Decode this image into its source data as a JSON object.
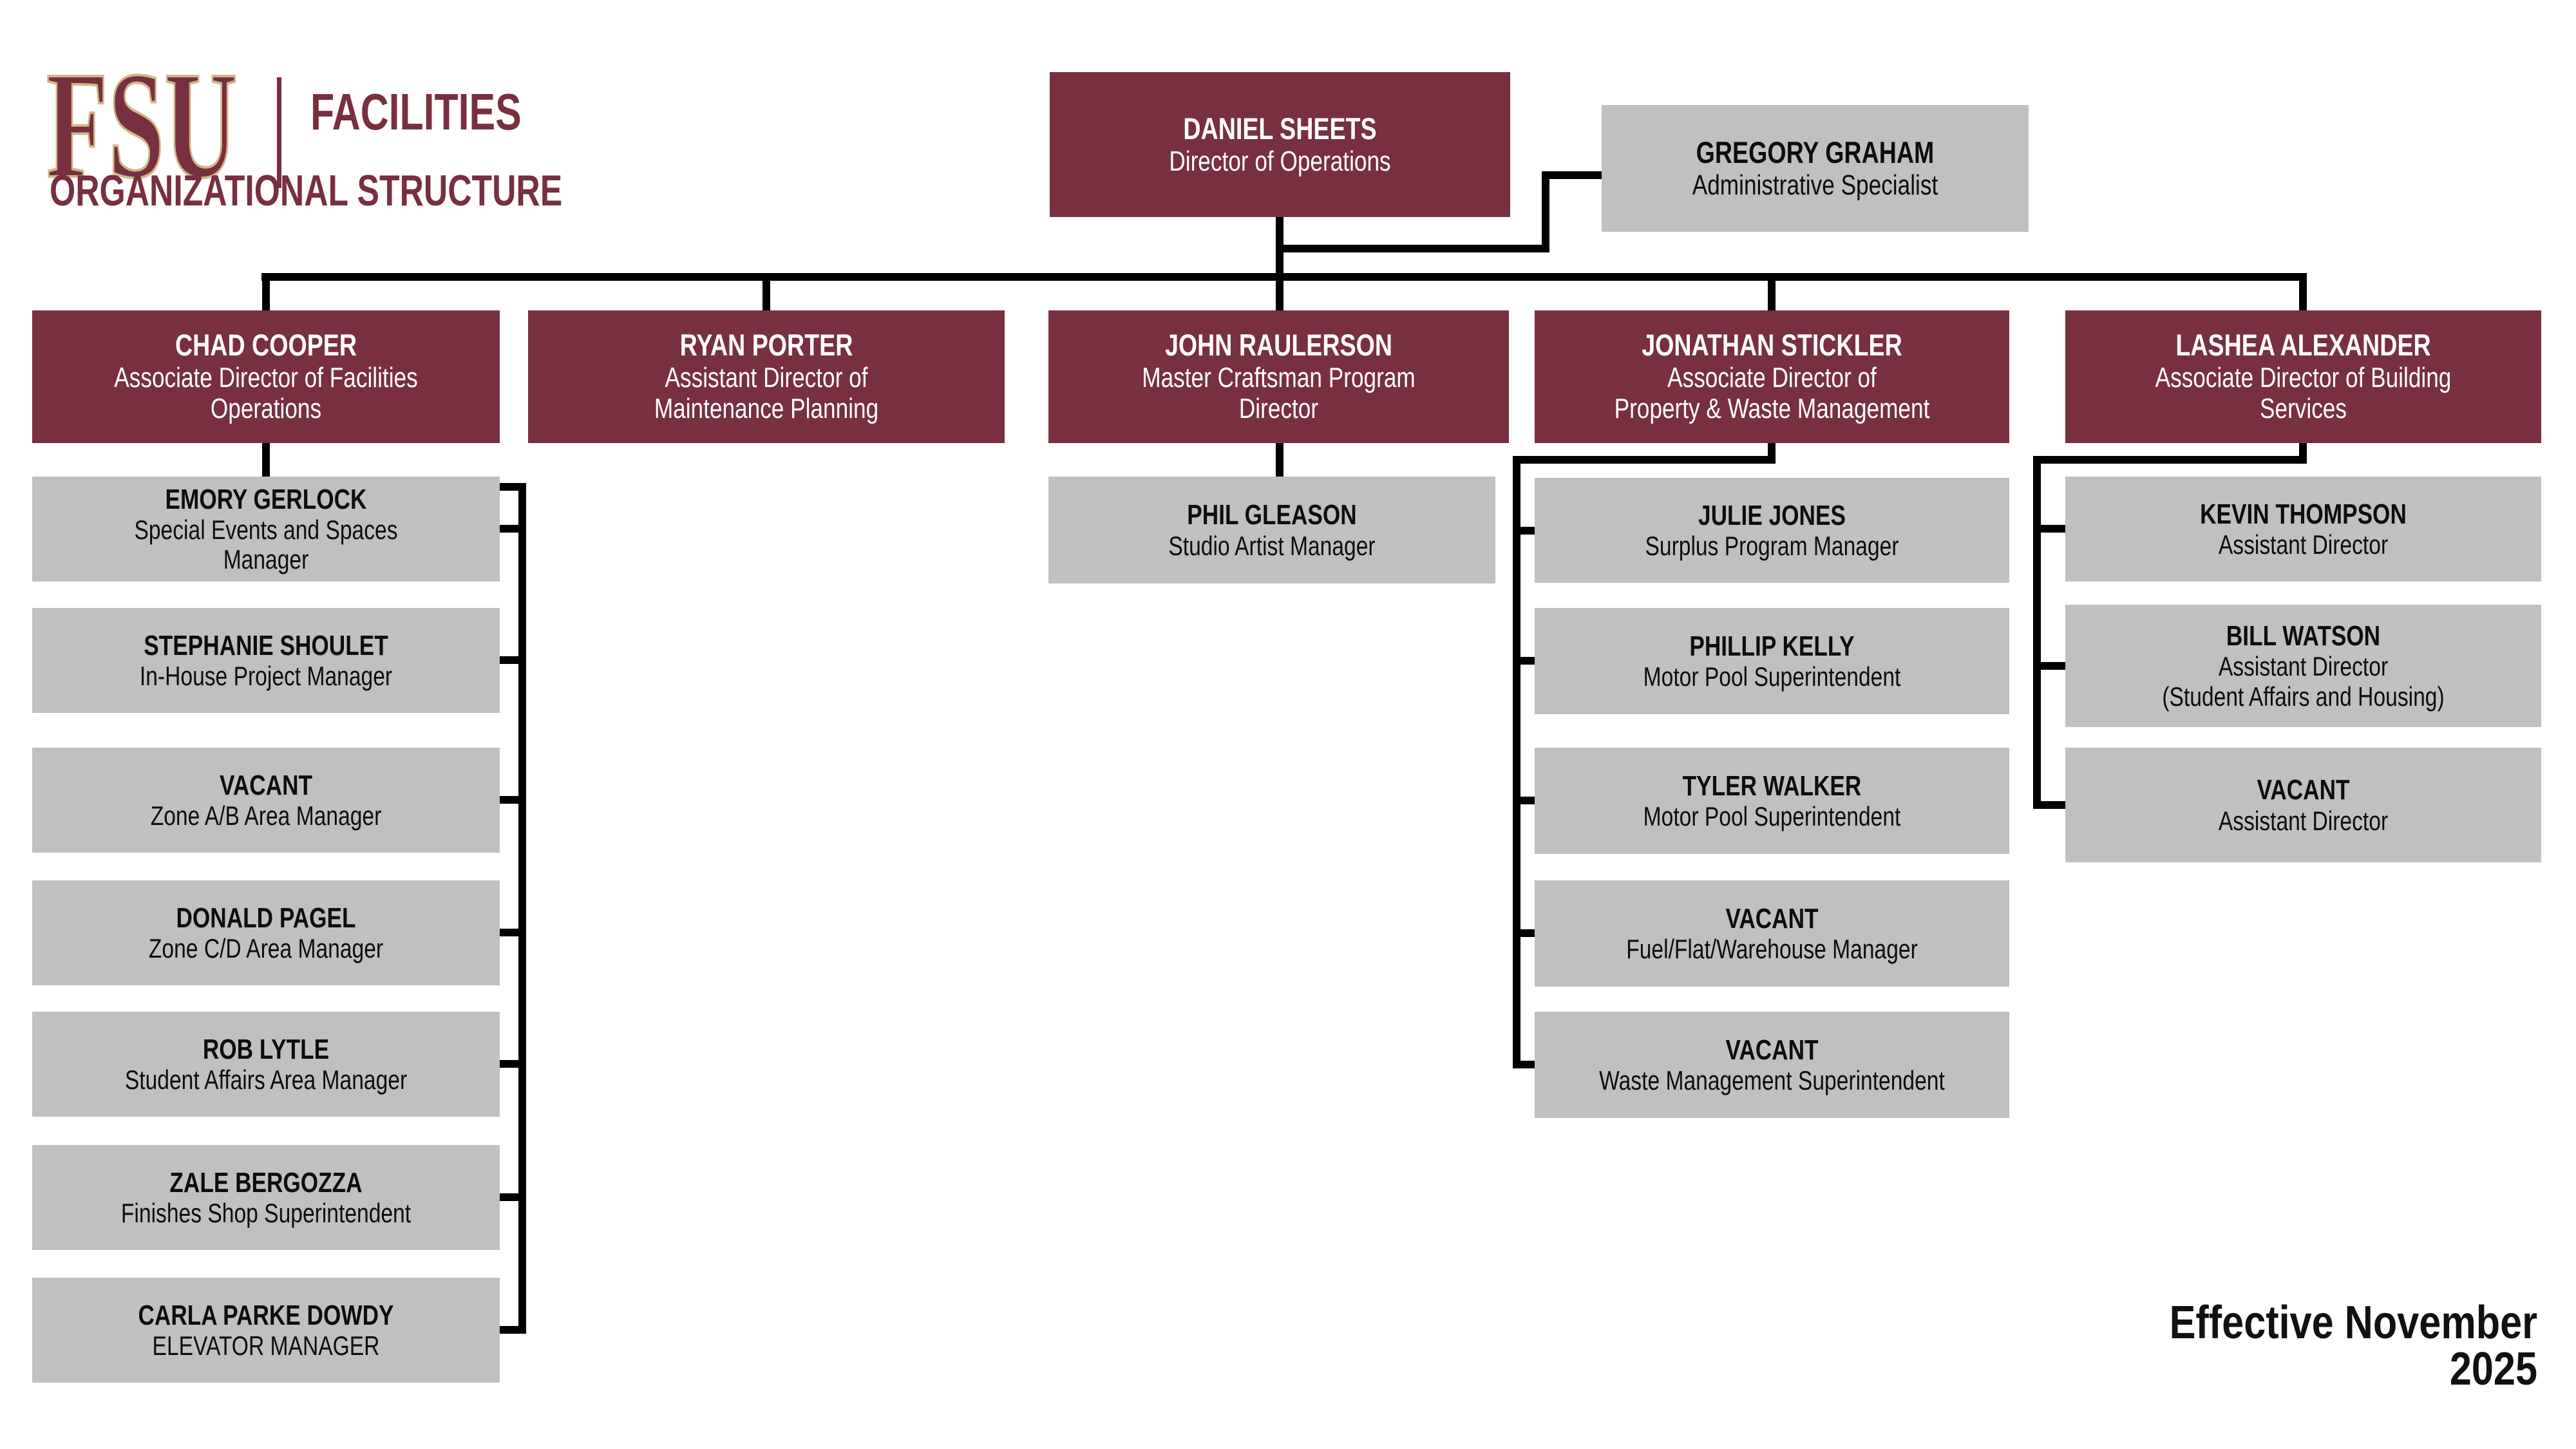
{
  "header": {
    "logo_acronym": "FSU",
    "logo_division": "FACILITIES",
    "page_title": "ORGANIZATIONAL STRUCTURE"
  },
  "footer": {
    "effective_date": "Effective November 2025"
  },
  "colors": {
    "garnet": "#782F40",
    "box_gray": "#C0C0C0",
    "line_black": "#000000",
    "logo_gold": "#CEB888"
  },
  "org": {
    "daniel": {
      "name": "DANIEL SHEETS",
      "title": "Director of Operations"
    },
    "gregory": {
      "name": "GREGORY GRAHAM",
      "title": "Administrative Specialist"
    },
    "chad": {
      "name": "CHAD COOPER",
      "title": "Associate Director of Facilities\nOperations"
    },
    "ryan": {
      "name": "RYAN PORTER",
      "title": "Assistant Director of\nMaintenance Planning"
    },
    "john": {
      "name": "JOHN RAULERSON",
      "title": "Master Craftsman Program\nDirector"
    },
    "jonathan": {
      "name": "JONATHAN STICKLER",
      "title": "Associate Director of\nProperty & Waste Management"
    },
    "lashea": {
      "name": "LASHEA ALEXANDER",
      "title": "Associate Director of Building\nServices"
    },
    "emory": {
      "name": "EMORY GERLOCK",
      "title": "Special Events and Spaces\nManager"
    },
    "stephanie": {
      "name": "STEPHANIE SHOULET",
      "title": "In-House Project Manager"
    },
    "vacant_zone_ab": {
      "name": "VACANT",
      "title": "Zone A/B Area Manager"
    },
    "donald": {
      "name": "DONALD PAGEL",
      "title": "Zone C/D Area Manager"
    },
    "rob": {
      "name": "ROB LYTLE",
      "title": "Student Affairs Area Manager"
    },
    "zale": {
      "name": "ZALE BERGOZZA",
      "title": "Finishes Shop Superintendent"
    },
    "carla": {
      "name": "CARLA PARKE DOWDY",
      "title": "ELEVATOR MANAGER"
    },
    "phil": {
      "name": "PHIL GLEASON",
      "title": "Studio Artist Manager"
    },
    "julie": {
      "name": "JULIE JONES",
      "title": "Surplus Program Manager"
    },
    "phillip": {
      "name": "PHILLIP KELLY",
      "title": "Motor Pool Superintendent"
    },
    "tyler": {
      "name": "TYLER WALKER",
      "title": "Motor Pool Superintendent"
    },
    "vacant_fuel": {
      "name": "VACANT",
      "title": "Fuel/Flat/Warehouse Manager"
    },
    "vacant_waste": {
      "name": "VACANT",
      "title": "Waste Management Superintendent"
    },
    "kevin": {
      "name": "KEVIN THOMPSON",
      "title": "Assistant Director"
    },
    "bill": {
      "name": "BILL WATSON",
      "title": "Assistant Director\n(Student Affairs and Housing)"
    },
    "vacant_ad": {
      "name": "VACANT",
      "title": "Assistant Director"
    }
  }
}
